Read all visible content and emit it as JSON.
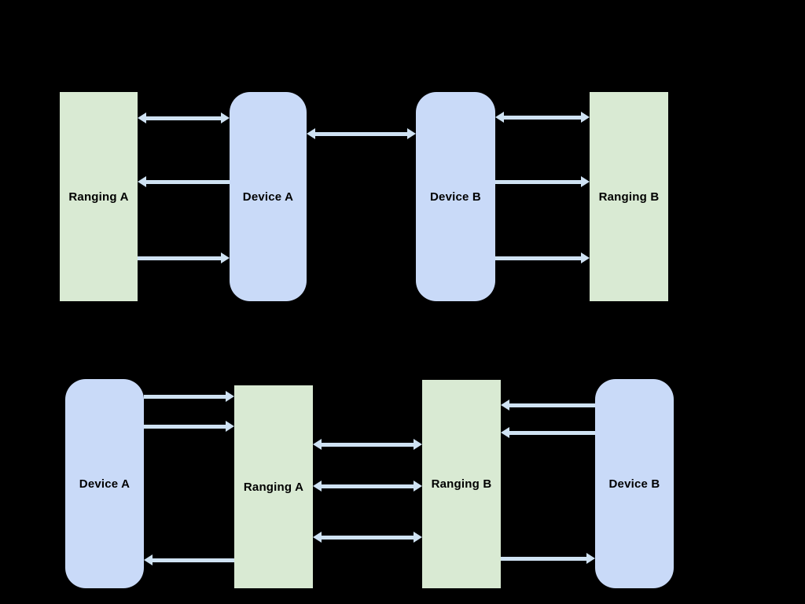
{
  "diagram": {
    "background_color": "#000000",
    "colors": {
      "ranging_box_fill": "#d9ead3",
      "device_box_fill": "#c9daf8",
      "arrow": "#cfe2f3",
      "label_text": "#000000"
    },
    "sections": {
      "top": {
        "boxes": [
          {
            "id": "ranging-a",
            "label": "Ranging A",
            "kind": "ranging"
          },
          {
            "id": "device-a",
            "label": "Device A",
            "kind": "device"
          },
          {
            "id": "device-b",
            "label": "Device B",
            "kind": "device"
          },
          {
            "id": "ranging-b",
            "label": "Ranging B",
            "kind": "ranging"
          }
        ],
        "connections": [
          {
            "from": "ranging-a",
            "to": "device-a",
            "bidirectional": true
          },
          {
            "from": "device-a",
            "to": "ranging-a",
            "bidirectional": false
          },
          {
            "from": "ranging-a",
            "to": "device-a",
            "bidirectional": false
          },
          {
            "from": "device-a",
            "to": "device-b",
            "bidirectional": true
          },
          {
            "from": "device-b",
            "to": "ranging-b",
            "bidirectional": true
          },
          {
            "from": "device-b",
            "to": "ranging-b",
            "bidirectional": false
          },
          {
            "from": "device-b",
            "to": "ranging-b",
            "bidirectional": false
          }
        ]
      },
      "bottom": {
        "boxes": [
          {
            "id": "device-a",
            "label": "Device A",
            "kind": "device"
          },
          {
            "id": "ranging-a",
            "label": "Ranging A",
            "kind": "ranging"
          },
          {
            "id": "ranging-b",
            "label": "Ranging B",
            "kind": "ranging"
          },
          {
            "id": "device-b",
            "label": "Device B",
            "kind": "device"
          }
        ],
        "connections": [
          {
            "from": "device-a",
            "to": "ranging-a",
            "bidirectional": false
          },
          {
            "from": "device-a",
            "to": "ranging-a",
            "bidirectional": false
          },
          {
            "from": "ranging-a",
            "to": "device-a",
            "bidirectional": false
          },
          {
            "from": "ranging-a",
            "to": "ranging-b",
            "bidirectional": true
          },
          {
            "from": "ranging-a",
            "to": "ranging-b",
            "bidirectional": true
          },
          {
            "from": "ranging-a",
            "to": "ranging-b",
            "bidirectional": true
          },
          {
            "from": "device-b",
            "to": "ranging-b",
            "bidirectional": false
          },
          {
            "from": "device-b",
            "to": "ranging-b",
            "bidirectional": false
          },
          {
            "from": "ranging-b",
            "to": "device-b",
            "bidirectional": false
          }
        ]
      }
    }
  }
}
